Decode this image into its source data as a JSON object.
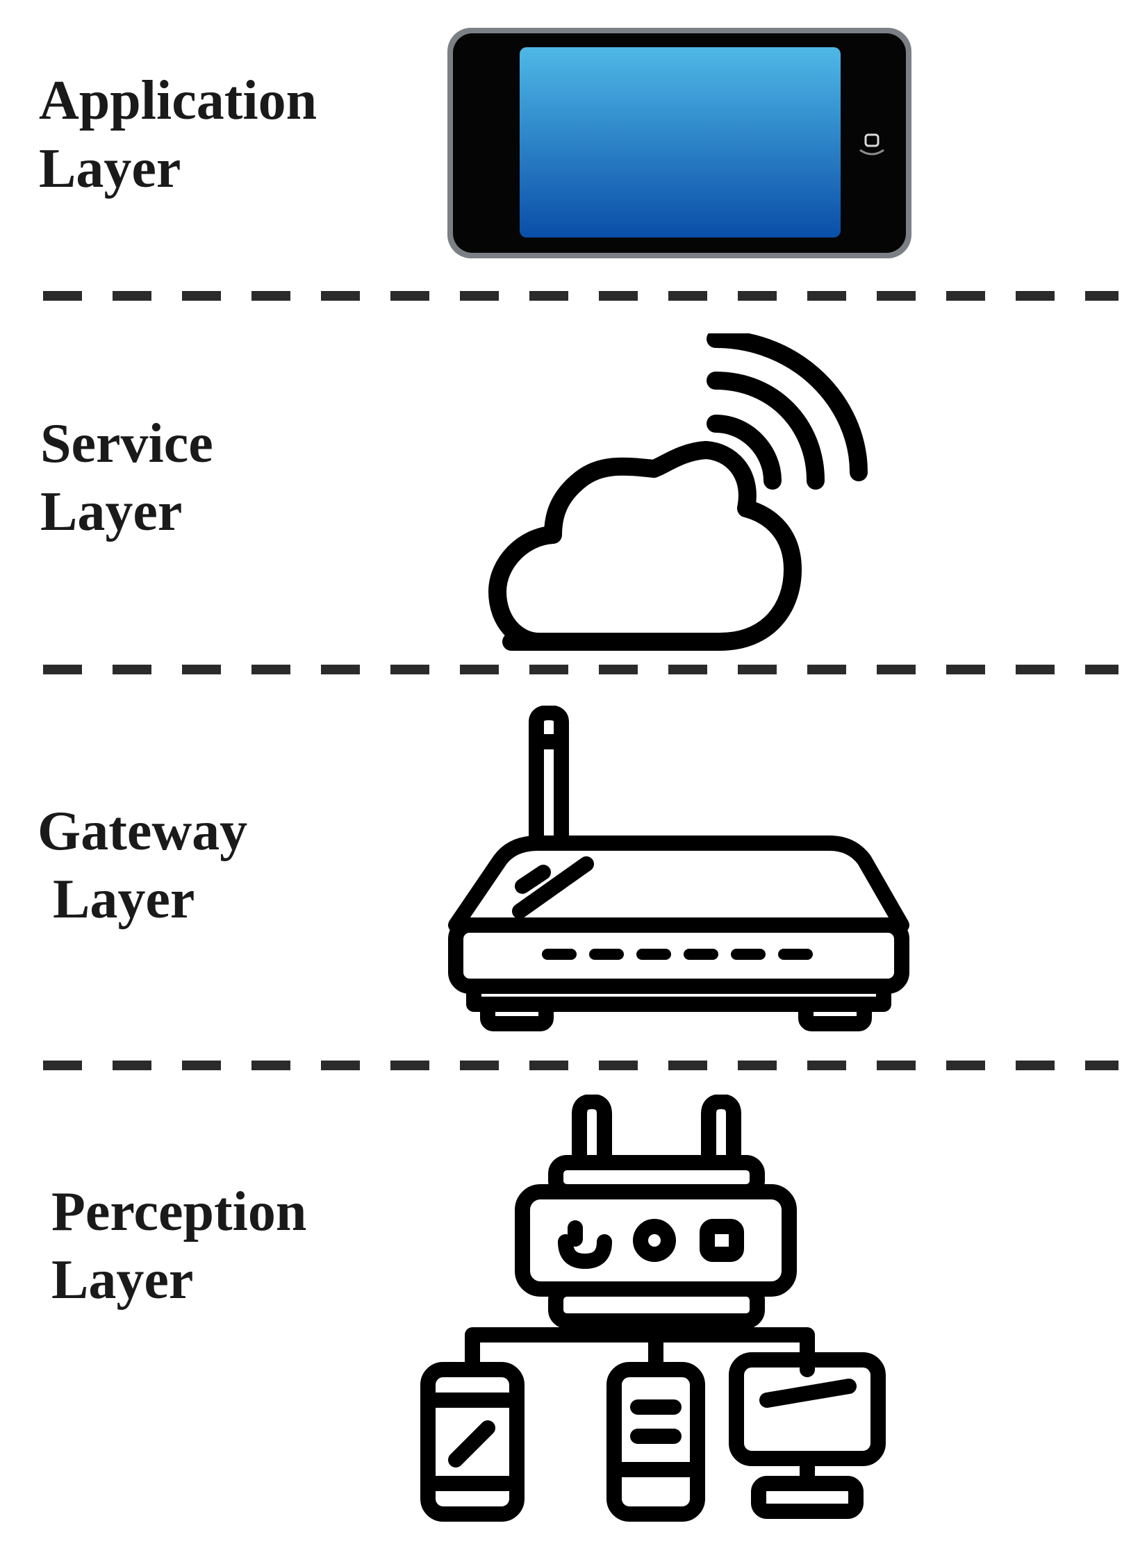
{
  "layers": [
    {
      "line1": "Application",
      "line2": "Layer",
      "icon": "smartphone-icon"
    },
    {
      "line1": "Service",
      "line2": "Layer",
      "icon": "cloud-wireless-icon"
    },
    {
      "line1": "Gateway",
      "line2": "Layer",
      "icon": "router-icon"
    },
    {
      "line1": "Perception",
      "line2": "Layer",
      "icon": "iot-hub-devices-icon"
    }
  ],
  "colors": {
    "text": "#1a1a1a",
    "stroke": "#000000",
    "divider": "#2b2b2b",
    "screen_top": "#4fb8e6",
    "screen_bottom": "#0a4ea8"
  }
}
